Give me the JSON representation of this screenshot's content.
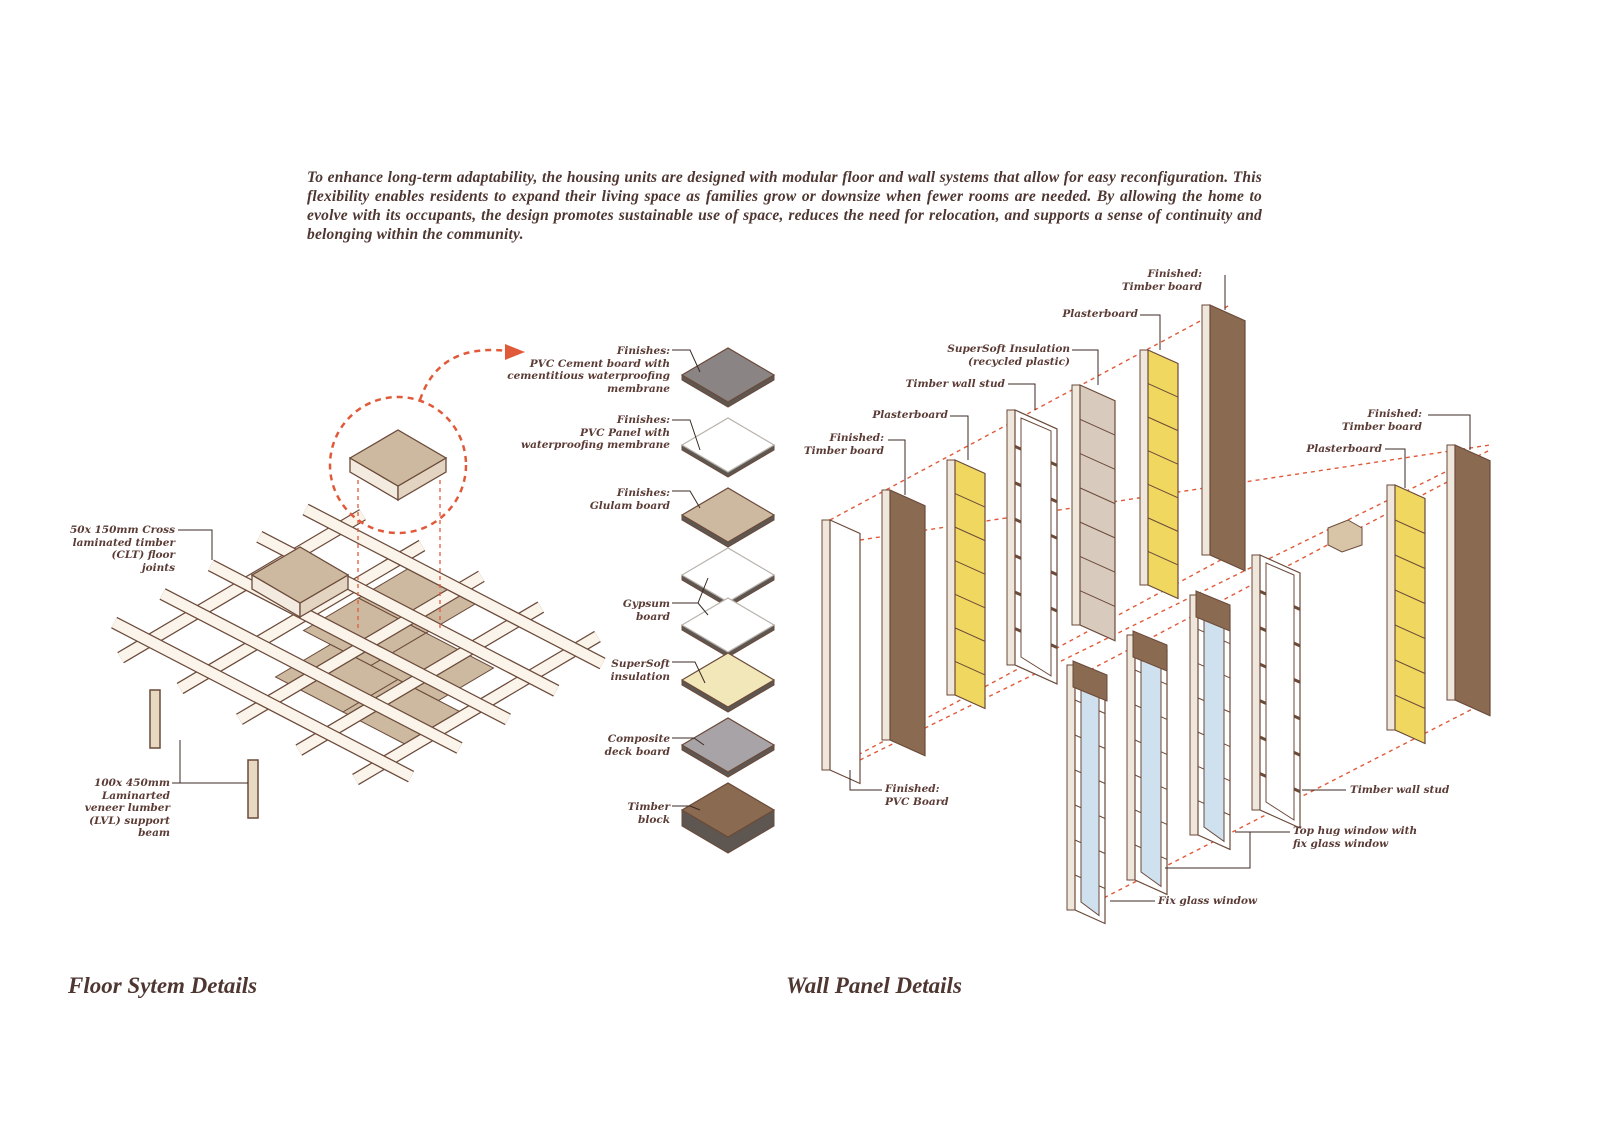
{
  "intro_text": "To enhance long-term adaptability, the housing units are designed with modular floor and wall systems that allow for easy reconfiguration. This flexibility enables residents to expand their living space as families grow or downsize when fewer rooms are needed. By allowing the home to evolve with its occupants, the design promotes sustainable use of space, reduces the need for relocation, and supports a sense of continuity and belonging within the community.",
  "floor": {
    "title": "Floor Sytem Details",
    "labels": {
      "clt": "50x 150mm Cross\nlaminated timber\n(CLT) floor\njoints",
      "lvl": "100x 450mm\nLaminarted\nveneer lumber\n(LVL) support\nbeam",
      "pvc_cement": "Finishes:\nPVC Cement board with\ncementitious waterproofing\nmembrane",
      "pvc_panel": "Finishes:\nPVC Panel with\nwaterproofing membrane",
      "glulam": "Finishes:\nGlulam board",
      "gypsum": "Gypsum\nboard",
      "supersoft": "SuperSoft\ninsulation",
      "composite": "Composite\ndeck board",
      "timber_block": "Timber\nblock"
    }
  },
  "wall": {
    "title": "Wall Panel Details",
    "labels": {
      "finished_timber_top": "Finished:\nTimber board",
      "plasterboard_top": "Plasterboard",
      "supersoft": "SuperSoft Insulation\n(recycled plastic)",
      "stud_left": "Timber wall stud",
      "plasterboard_left": "Plasterboard",
      "finished_timber_left": "Finished:\nTimber board",
      "finished_pvc": "Finished:\nPVC Board",
      "finished_timber_right": "Finished:\nTimber board",
      "plasterboard_right": "Plasterboard",
      "stud_right": "Timber wall stud",
      "top_hug": "Top hug window with\nfix glass window",
      "fix_glass": "Fix glass window"
    }
  },
  "colors": {
    "text": "#5b3b35",
    "timber": "#8a6a50",
    "plaster": "#f0d860",
    "tile": "#cdb9a0",
    "accent": "#e05a3a"
  }
}
